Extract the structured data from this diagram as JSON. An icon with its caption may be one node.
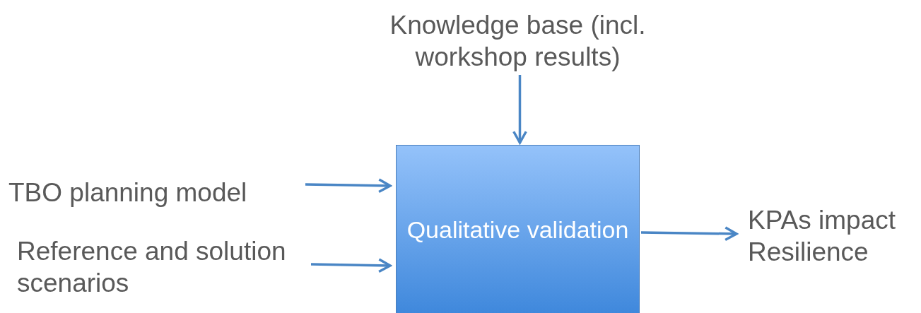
{
  "diagram": {
    "nodes": [
      {
        "text": [
          "Knowledge base (incl. workshop results)"
        ]
      },
      {
        "text": [
          "TBO planning model"
        ]
      },
      {
        "text": [
          "Reference and solution scenarios"
        ]
      },
      {
        "text": [
          "Qualitative validation"
        ]
      },
      {
        "text": [
          "KPAs impact",
          "Resilience"
        ]
      }
    ],
    "edges": [
      {
        "from": 0,
        "to": 3,
        "arrow": "to"
      },
      {
        "from": 1,
        "to": 3,
        "arrow": "to"
      },
      {
        "from": 2,
        "to": 3,
        "arrow": "to"
      },
      {
        "from": 3,
        "to": 4,
        "arrow": "to"
      }
    ]
  }
}
